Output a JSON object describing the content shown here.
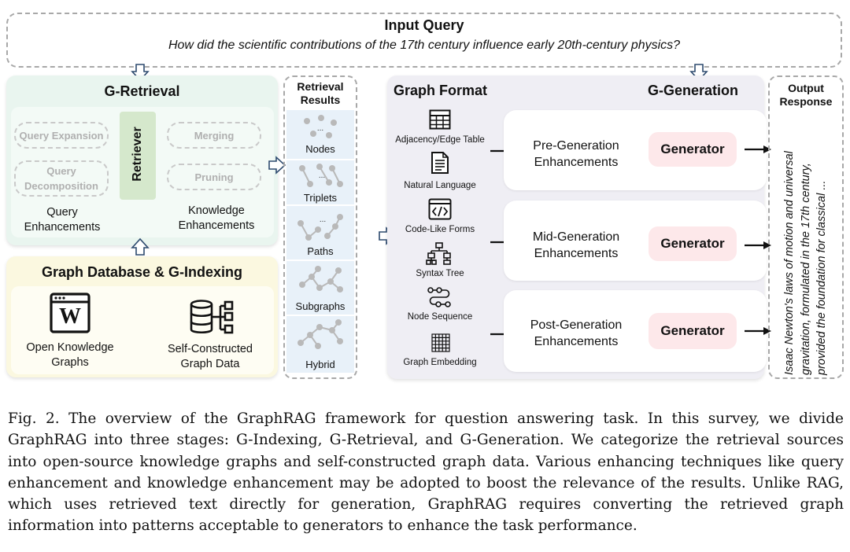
{
  "input_query": {
    "title": "Input Query",
    "question": "How did the scientific contributions of the 17th century influence early 20th-century physics?"
  },
  "g_retrieval": {
    "title": "G-Retrieval",
    "query_techniques": [
      "Query Expansion",
      "Query Decomposition"
    ],
    "retriever": "Retriever",
    "knowledge_techniques": [
      "Merging",
      "Pruning"
    ],
    "query_label": "Query Enhancements",
    "knowledge_label": "Knowledge Enhancements"
  },
  "g_indexing": {
    "title": "Graph Database & G-Indexing",
    "open_kg_label": "Open Knowledge Graphs",
    "self_constructed_label": "Self-Constructed Graph Data",
    "wiki_glyph": "W"
  },
  "retrieval_results": {
    "title": "Retrieval Results",
    "items": [
      "Nodes",
      "Triplets",
      "Paths",
      "Subgraphs",
      "Hybrid"
    ]
  },
  "graph_format": {
    "title": "Graph Format",
    "items": [
      "Adjacency/Edge Table",
      "Natural Language",
      "Code-Like Forms",
      "Syntax Tree",
      "Node Sequence",
      "Graph Embedding"
    ]
  },
  "g_generation": {
    "title": "G-Generation",
    "stages": [
      {
        "label": "Pre-Generation Enhancements",
        "generator": "Generator"
      },
      {
        "label": "Mid-Generation Enhancements",
        "generator": "Generator"
      },
      {
        "label": "Post-Generation Enhancements",
        "generator": "Generator"
      }
    ]
  },
  "output_response": {
    "title": "Output Response",
    "text_lines": [
      "Isaac Newton's laws of motion and universal",
      "gravitation, formulated in the 17th century,",
      "provided the foundation for classical ..."
    ]
  },
  "caption": "Fig. 2.  The overview of the GraphRAG framework for question answering task. In this survey, we divide GraphRAG into three stages: G-Indexing, G-Retrieval, and G-Generation. We categorize the retrieval sources into open-source knowledge graphs and self-constructed graph data. Various enhancing techniques like query enhancement and knowledge enhancement may be adopted to boost the relevance of the results. Unlike RAG, which uses retrieved text directly for generation, GraphRAG requires converting the retrieved graph information into patterns acceptable to generators to enhance the task performance.",
  "colors": {
    "retrieval_bg": "#e9f5ef",
    "retriever_bg": "#d5e8cc",
    "indexing_bg": "#fbf8e0",
    "results_bg": "#e8f1f9",
    "generation_bg": "#efeef4",
    "generator_bg": "#fde8ea"
  }
}
